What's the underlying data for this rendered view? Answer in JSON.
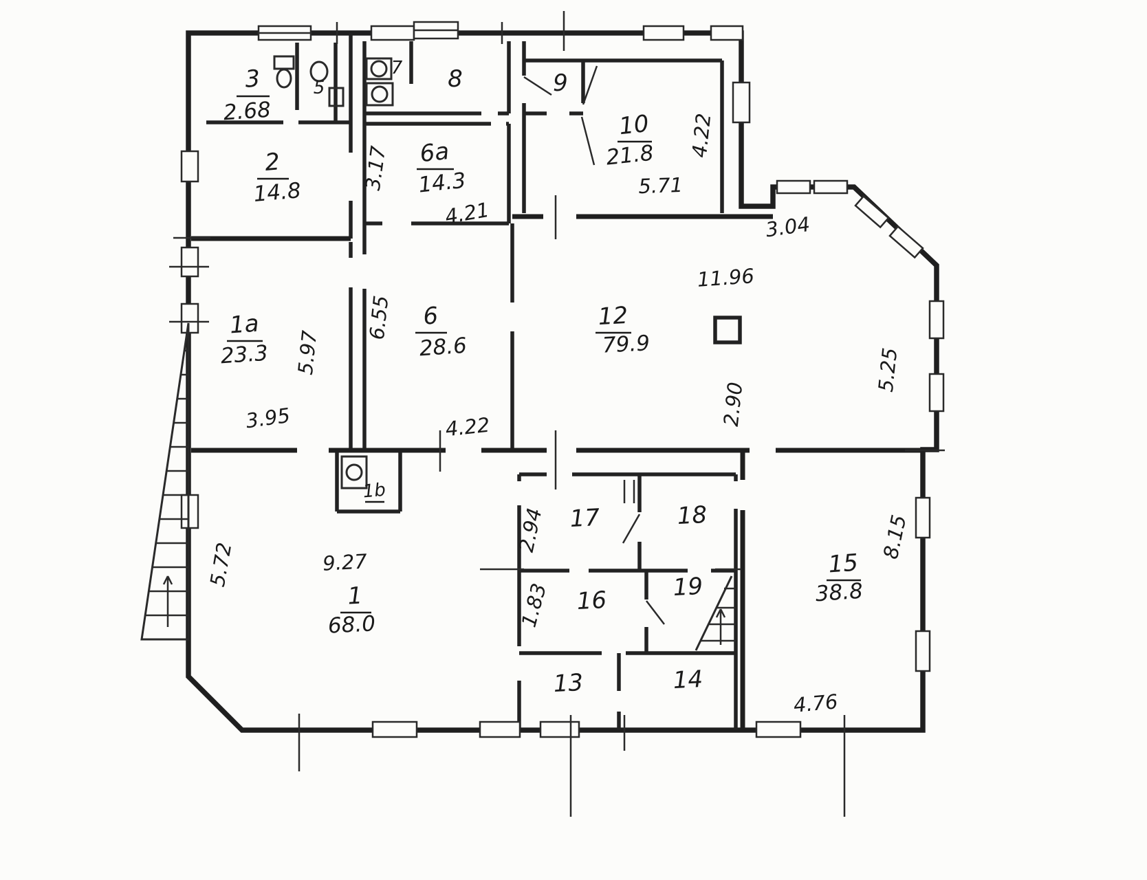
{
  "plan": {
    "rooms": {
      "r3": {
        "num": "3",
        "area": "2.68"
      },
      "r5": {
        "num": "5"
      },
      "r7": {
        "num": "7"
      },
      "r8": {
        "num": "8"
      },
      "r9": {
        "num": "9"
      },
      "r10": {
        "num": "10",
        "area": "21.8"
      },
      "r2": {
        "num": "2",
        "area": "14.8"
      },
      "r6a": {
        "num": "6a",
        "area": "14.3"
      },
      "r1a": {
        "num": "1a",
        "area": "23.3"
      },
      "r6": {
        "num": "6",
        "area": "28.6"
      },
      "r12": {
        "num": "12",
        "area": "79.9"
      },
      "r1": {
        "num": "1",
        "area": "68.0"
      },
      "r1b": {
        "num": "1b"
      },
      "r15": {
        "num": "15",
        "area": "38.8"
      },
      "r16": {
        "num": "16"
      },
      "r17": {
        "num": "17"
      },
      "r18": {
        "num": "18"
      },
      "r19": {
        "num": "19"
      },
      "r13": {
        "num": "13"
      },
      "r14": {
        "num": "14"
      }
    },
    "dims": {
      "d317": "3.17",
      "d421": "4.21",
      "d571": "5.71",
      "d422a": "4.22",
      "d304": "3.04",
      "d1196": "11.96",
      "d597": "5.97",
      "d655": "6.55",
      "d525": "5.25",
      "d395": "3.95",
      "d422b": "4.22",
      "d290": "2.90",
      "d572": "5.72",
      "d927": "9.27",
      "d294": "2.94",
      "d183": "1.83",
      "d815": "8.15",
      "d476": "4.76"
    }
  }
}
